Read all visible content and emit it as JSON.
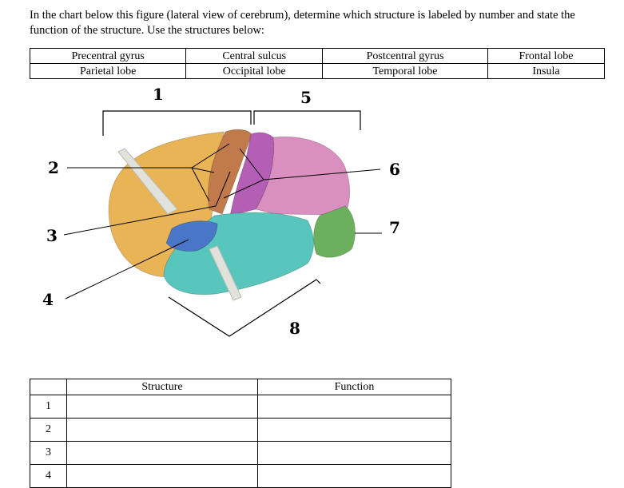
{
  "instructions": "In the chart below this figure (lateral view of cerebrum), determine which structure is labeled by number and state the function of the structure.  Use the structures below:",
  "structures_table": [
    [
      "Precentral gyrus",
      "Central sulcus",
      "Postcentral gyrus",
      "Frontal lobe"
    ],
    [
      "Parietal lobe",
      "Occipital lobe",
      "Temporal lobe",
      "Insula"
    ]
  ],
  "figure": {
    "labels": {
      "l1": "1",
      "l2": "2",
      "l3": "3",
      "l4": "4",
      "l5": "5",
      "l6": "6",
      "l7": "7",
      "l8": "8"
    },
    "colors": {
      "frontal": "#e9b455",
      "precentral": "#c07a4c",
      "postcentral": "#b45fb5",
      "parietal": "#d98fbf",
      "temporal": "#58c6bd",
      "occipital": "#6cb05e",
      "insula": "#4a76c8"
    }
  },
  "answer_table": {
    "headers": {
      "number": "",
      "structure": "Structure",
      "function": "Function"
    },
    "rows": [
      "1",
      "2",
      "3",
      "4"
    ]
  }
}
